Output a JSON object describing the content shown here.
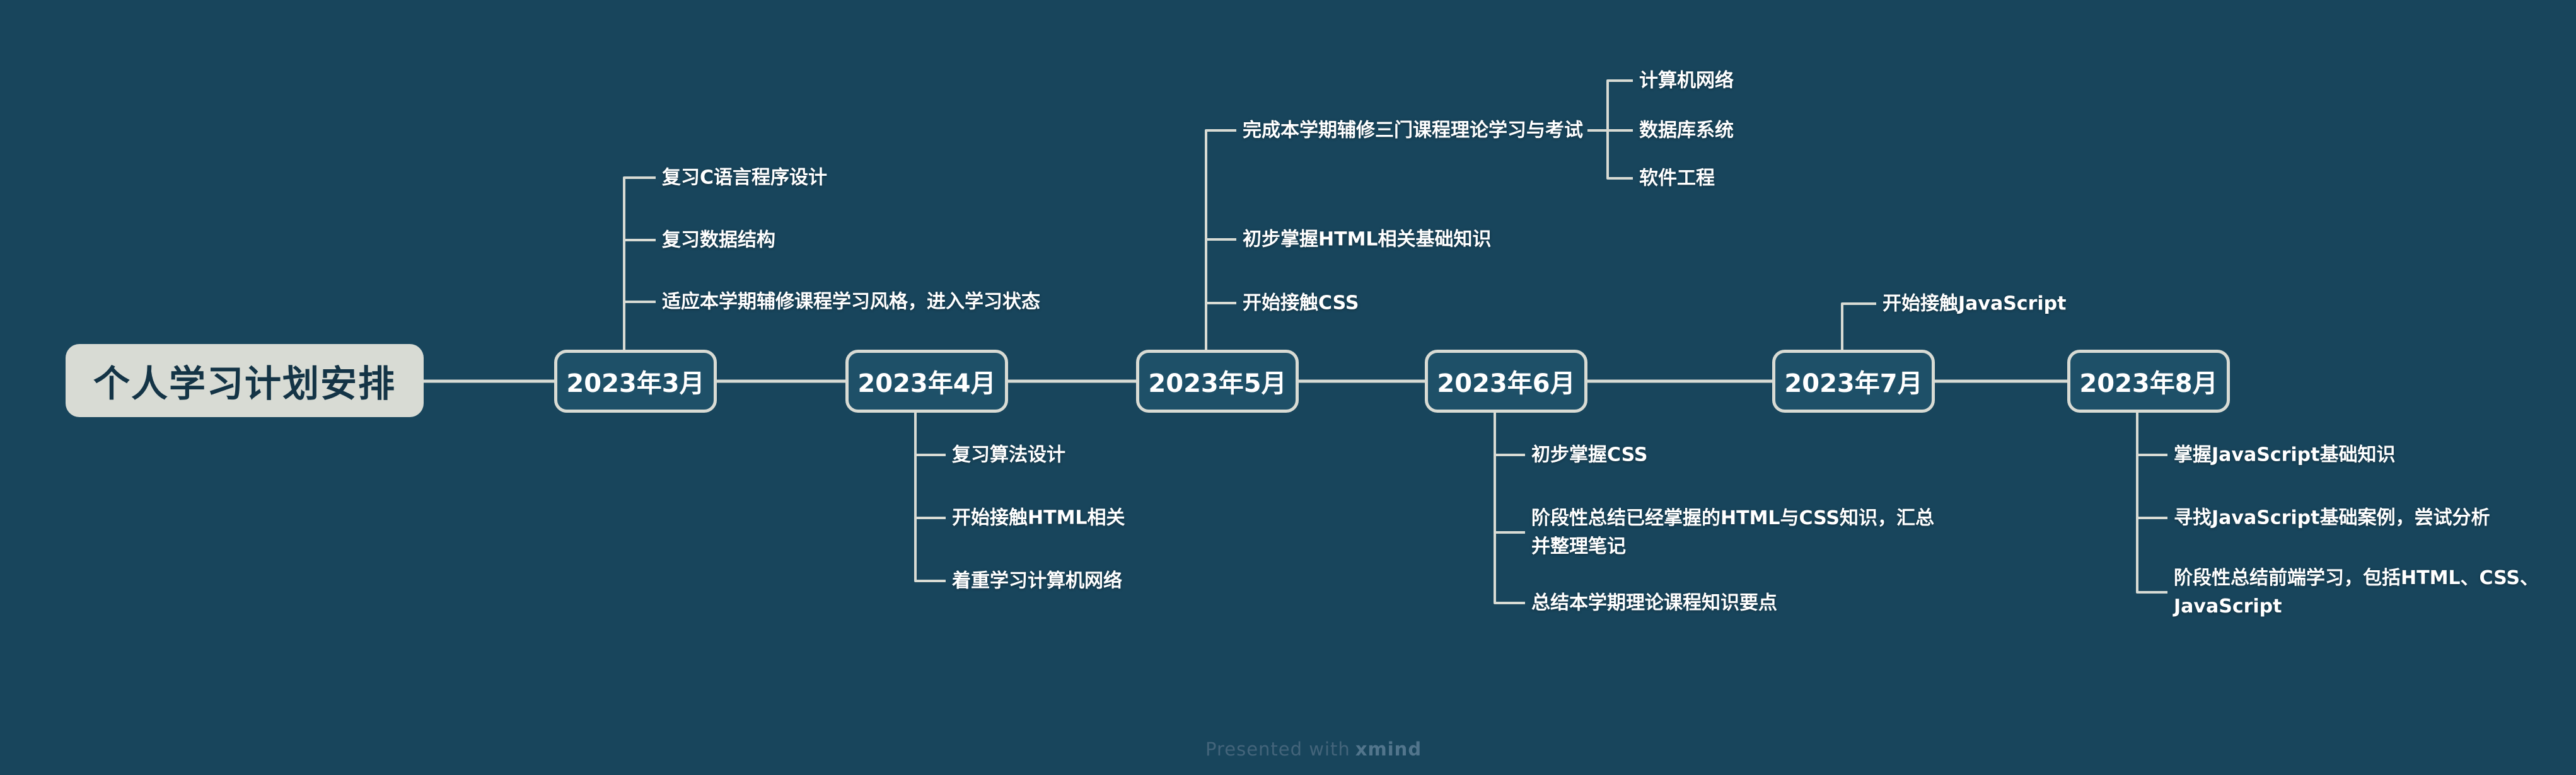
{
  "title": "个人学习计划安排",
  "footer": {
    "prefix": "Presented with",
    "brand": "xmind"
  },
  "colors": {
    "background": "#18455C",
    "connector": "#D8DBD4",
    "node_fill": "#1E5068",
    "node_border": "#D8DBD4",
    "node_text": "#FFFFFF",
    "title_fill": "#D8DBD4",
    "title_text": "#143446",
    "branch_text": "#FFFFFF",
    "footer_text": "#43647A"
  },
  "timeline": {
    "months": [
      {
        "label": "2023年3月",
        "side": "up",
        "branches": [
          {
            "lines": [
              "复习C语言程序设计"
            ]
          },
          {
            "lines": [
              "复习数据结构"
            ]
          },
          {
            "lines": [
              "适应本学期辅修课程学习风格，进入学习状态"
            ]
          }
        ]
      },
      {
        "label": "2023年4月",
        "side": "down",
        "branches": [
          {
            "lines": [
              "复习算法设计"
            ]
          },
          {
            "lines": [
              "开始接触HTML相关"
            ]
          },
          {
            "lines": [
              "着重学习计算机网络"
            ]
          }
        ]
      },
      {
        "label": "2023年5月",
        "side": "up",
        "branches": [
          {
            "lines": [
              "完成本学期辅修三门课程理论学习与考试"
            ],
            "children": [
              {
                "lines": [
                  "计算机网络"
                ]
              },
              {
                "lines": [
                  "数据库系统"
                ]
              },
              {
                "lines": [
                  "软件工程"
                ]
              }
            ]
          },
          {
            "lines": [
              "初步掌握HTML相关基础知识"
            ]
          },
          {
            "lines": [
              "开始接触CSS"
            ]
          }
        ]
      },
      {
        "label": "2023年6月",
        "side": "down",
        "branches": [
          {
            "lines": [
              "初步掌握CSS"
            ]
          },
          {
            "lines": [
              "阶段性总结已经掌握的HTML与CSS知识，汇总",
              "并整理笔记"
            ]
          },
          {
            "lines": [
              "总结本学期理论课程知识要点"
            ]
          }
        ]
      },
      {
        "label": "2023年7月",
        "side": "up",
        "branches": [
          {
            "lines": [
              "开始接触JavaScript"
            ]
          }
        ]
      },
      {
        "label": "2023年8月",
        "side": "down",
        "branches": [
          {
            "lines": [
              "掌握JavaScript基础知识"
            ]
          },
          {
            "lines": [
              "寻找JavaScript基础案例，尝试分析"
            ]
          },
          {
            "lines": [
              "阶段性总结前端学习，包括HTML、CSS、",
              "JavaScript"
            ]
          }
        ]
      }
    ]
  }
}
